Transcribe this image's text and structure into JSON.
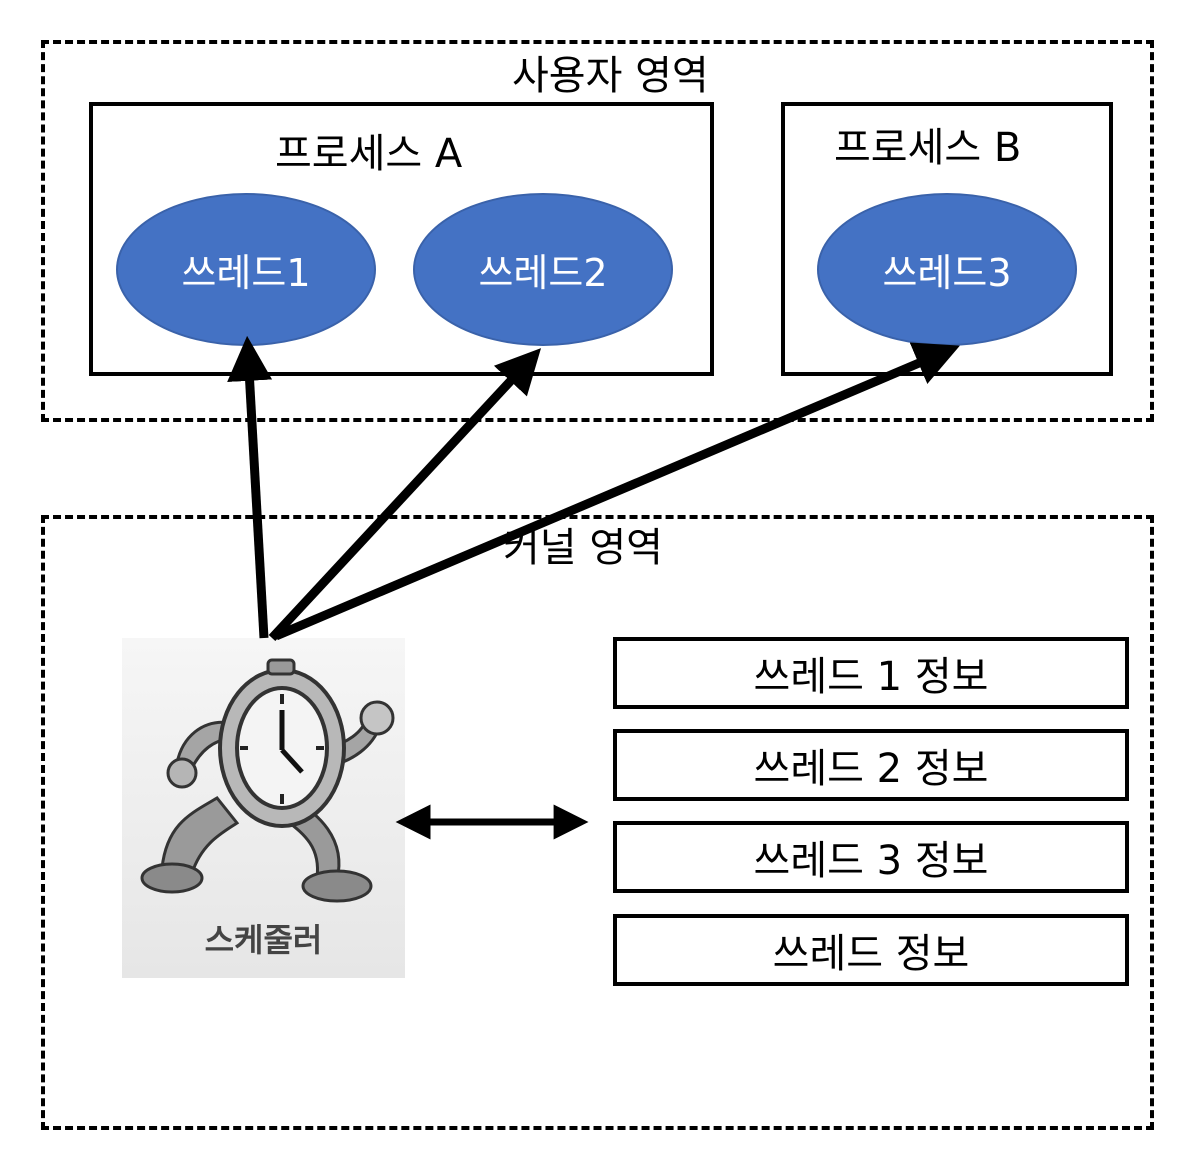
{
  "user_area": {
    "label": "사용자 영역"
  },
  "kernel_area": {
    "label": "커널 영역"
  },
  "processes": [
    {
      "label": "프로세스 A",
      "threads": [
        "쓰레드1",
        "쓰레드2"
      ]
    },
    {
      "label": "프로세스 B",
      "threads": [
        "쓰레드3"
      ]
    }
  ],
  "scheduler": {
    "label": "스케줄러"
  },
  "thread_info": [
    "쓰레드 1 정보",
    "쓰레드 2 정보",
    "쓰레드 3 정보",
    "쓰레드 정보"
  ],
  "colors": {
    "thread_fill": "#4472c4",
    "line": "#000000"
  }
}
